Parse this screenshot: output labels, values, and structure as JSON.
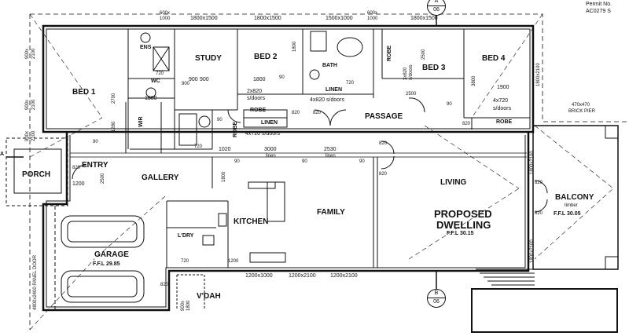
{
  "header": {
    "permit_label": "Permit No.",
    "ref_code": "AC0279 S"
  },
  "rooms": {
    "ens": "ENS",
    "study": "STUDY",
    "bed2": "BED 2",
    "bath": "BATH",
    "bed3": "BED 3",
    "bed4": "BED 4",
    "bed1": "BED 1",
    "wc_upper": "WC",
    "wir": "WIR",
    "robe_b1": "ROBE",
    "linen_mid": "LINEN",
    "linen_bath": "LINEN",
    "passage": "PASSAGE",
    "robe_b4": "ROBE",
    "robe_b3": "ROBE",
    "robe_b2": "ROBE",
    "porch": "PORCH",
    "entry": "ENTRY",
    "gallery": "GALLERY",
    "living": "LIVING",
    "balcony": "BALCONY",
    "balcony_sub": "timber",
    "kitchen": "KITCHEN",
    "family": "FAMILY",
    "garage": "GARAGE",
    "garage_ffl": "F.F.L 29.85",
    "ldry": "L'DRY",
    "vdah": "V'DAH",
    "proposed": "PROPOSED",
    "dwelling": "DWELLING",
    "dwelling_ffl": "F.F.L 30.15",
    "balcony_ffl": "F.F.L 30.05"
  },
  "dims": {
    "top_w1": "600x",
    "top_w1b": "1000",
    "top_w2": "1800x1500",
    "top_w3": "1800x1500",
    "top_w4": "1500x1000",
    "top_w5": "600x",
    "top_w5b": "1000",
    "top_w6": "1800x1500",
    "left_w1": "900x",
    "left_w1b": "2100",
    "left_w2": "900x",
    "left_w2b": "2100",
    "left_w3": "900x",
    "left_w3b": "2100",
    "right_w1": "1800x2100",
    "right_w2": "1800x2100",
    "right_w3": "1800x2100",
    "garage_door": "4800x2400 PANEL DOOR",
    "bot_w1": "1200x1000",
    "bot_w2": "1200x2100",
    "bot_w3": "1200x2100",
    "sd_b1": "2x820",
    "sd_b1b": "s/doors",
    "sd_mid": "4x820 s/doors",
    "sd_b3": "3x820",
    "sd_b3b": "s/doors",
    "sd_b4": "4x720",
    "sd_b4b": "s/doors",
    "sd_lin": "4x720 s/doors",
    "d1800a": "1800",
    "d1800b": "1800",
    "d1900": "1900",
    "d2500": "2500",
    "d2500b": "2500",
    "d3800": "3800",
    "d1280": "1280",
    "d2700": "2700",
    "d1500": "1500",
    "d1020": "1020",
    "d3000": "3000",
    "d3000l": "linen",
    "d2530": "2530",
    "d2530l": "linen",
    "d1200": "1200",
    "d2500e": "2500",
    "d1800k": "1800",
    "d1200k": "1200",
    "d900x": "900x",
    "d900xb": "1800",
    "n90a": "90",
    "n90b": "90",
    "n90c": "90",
    "n90d": "90",
    "n90e": "90",
    "n90f": "90",
    "n90g": "90",
    "n820a": "820",
    "n820b": "820",
    "n820c": "820",
    "n820d": "820",
    "n820e": "820",
    "n820f": "820",
    "n820g": "820",
    "n820h": "820",
    "n820i": "820",
    "n720a": "720",
    "n720b": "720",
    "n720c": "720",
    "n720d": "720",
    "n900a": "900",
    "n900b": "900",
    "n900c": "900",
    "pier": "470x470",
    "pier_b": "BRICK PIER"
  },
  "markers": {
    "sec_top_a": "A",
    "sec_top_b": "06",
    "sec_bot_a": "B",
    "sec_bot_b": "06",
    "sec_left": "A"
  },
  "colors": {
    "ink": "#111111",
    "paper": "#ffffff",
    "hatch": "#555555"
  }
}
